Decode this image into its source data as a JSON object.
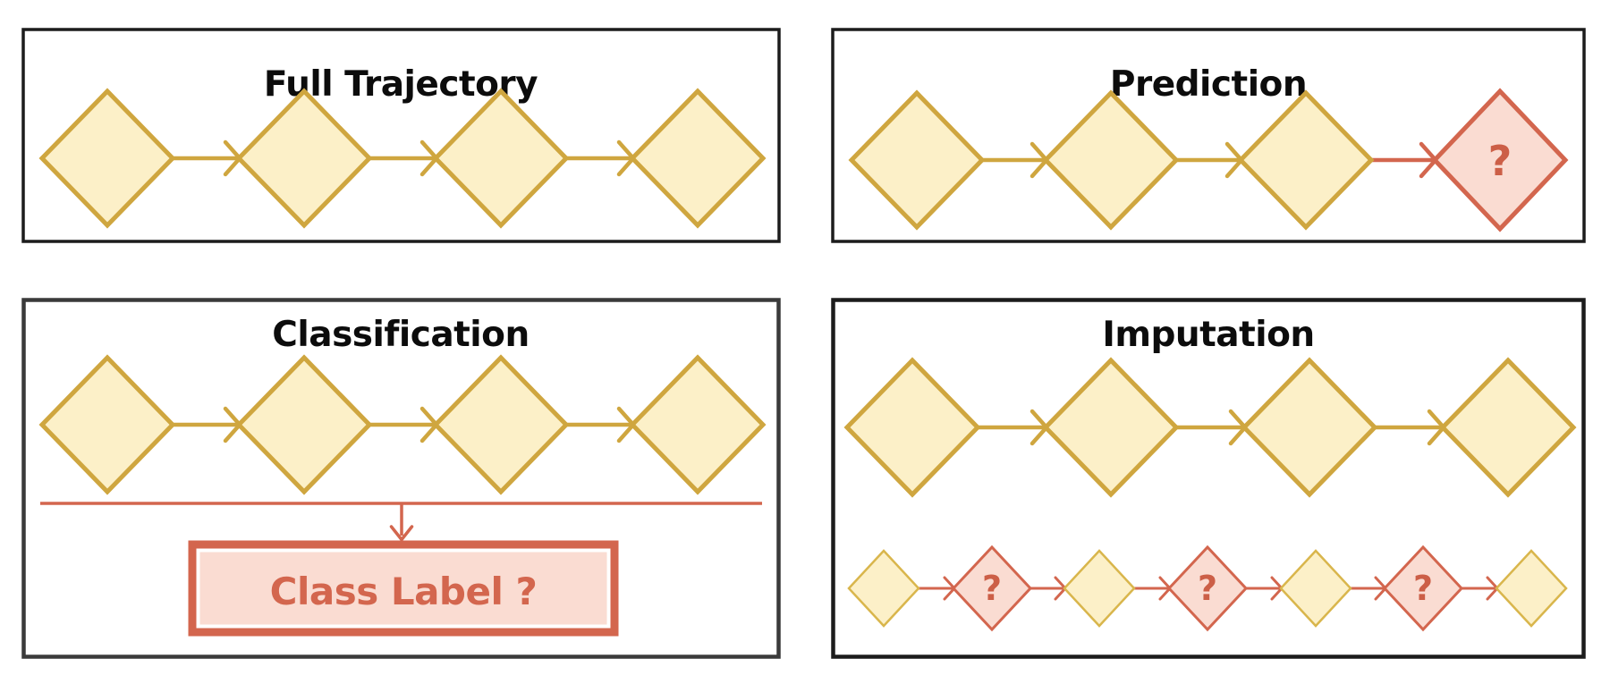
{
  "figure": {
    "description": "Four-panel diagram of time-series trajectory tasks",
    "background": "#ffffff"
  },
  "colors": {
    "panel_border_dark": "#1c1c1c",
    "panel_border_gray": "#3a3a3a",
    "title_text": "#0c0c0c",
    "gold_stroke": "#cfa63f",
    "gold_fill": "#fcf0c8",
    "small_gold_stroke": "#d9b64c",
    "salmon_stroke": "#d3664e",
    "salmon_fill": "#fadcd2",
    "question_mark": "#cc5f47",
    "page_bg": "#ffffff"
  },
  "diagram": {
    "unknown_marker": "?",
    "panels": [
      {
        "id": "full-trajectory",
        "title": "Full Trajectory",
        "rows": [
          {
            "nodes": [
              "known",
              "known",
              "known",
              "known"
            ]
          }
        ]
      },
      {
        "id": "prediction",
        "title": "Prediction",
        "rows": [
          {
            "nodes": [
              "known",
              "known",
              "known",
              "unknown"
            ]
          }
        ]
      },
      {
        "id": "classification",
        "title": "Classification",
        "rows": [
          {
            "nodes": [
              "known",
              "known",
              "known",
              "known"
            ]
          }
        ],
        "aggregate_label": "Class Label ?"
      },
      {
        "id": "imputation",
        "title": "Imputation",
        "rows": [
          {
            "nodes": [
              "known",
              "known",
              "known",
              "known"
            ]
          },
          {
            "nodes": [
              "known",
              "unknown",
              "known",
              "unknown",
              "known",
              "unknown",
              "known"
            ]
          }
        ]
      }
    ]
  }
}
